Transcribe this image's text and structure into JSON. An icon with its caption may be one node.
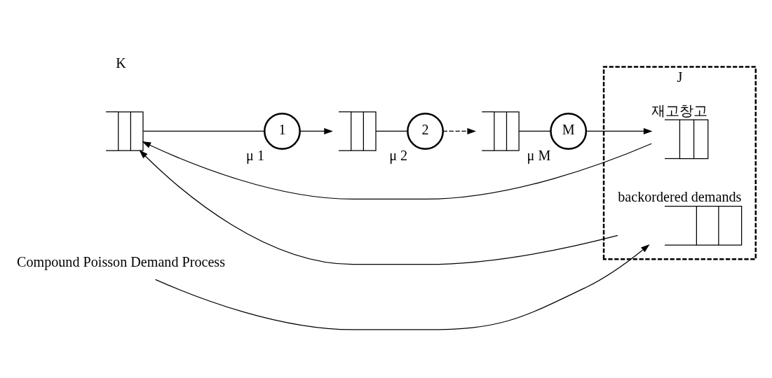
{
  "diagram": {
    "nodes": [
      {
        "text": [],
        "shape": "box"
      },
      {
        "text": [
          "1"
        ],
        "beside": [
          "μ 1"
        ]
      },
      {
        "text": [],
        "shape": "box"
      },
      {
        "text": [
          "2"
        ],
        "beside": [
          "μ 2"
        ]
      },
      {
        "text": [],
        "shape": "box"
      },
      {
        "text": [
          "M"
        ],
        "beside": [
          "μ M"
        ]
      },
      {
        "text": [
          "J"
        ]
      },
      {
        "text": [
          "재고창고"
        ],
        "in": 6
      },
      {
        "text": [
          "backordered demands"
        ],
        "in": 6
      },
      {
        "text": [
          "Compound Poisson Demand Process"
        ]
      }
    ],
    "edges": [
      {
        "from": 0,
        "to": 1,
        "arrow": "none"
      },
      {
        "from": 1,
        "to": 2,
        "arrow": "to"
      },
      {
        "from": 2,
        "to": 3,
        "arrow": "none"
      },
      {
        "from": 3,
        "to": 4,
        "arrow": "to",
        "style": "dashed"
      },
      {
        "from": 4,
        "to": 5,
        "arrow": "none"
      },
      {
        "from": 5,
        "to": 7,
        "arrow": "to"
      },
      {
        "from": 9,
        "to": 8,
        "arrow": "to"
      },
      {
        "from": 7,
        "to": 0,
        "arrow": "to"
      },
      {
        "from": 8,
        "to": 0,
        "arrow": "to"
      }
    ],
    "labels": [
      "K"
    ]
  }
}
